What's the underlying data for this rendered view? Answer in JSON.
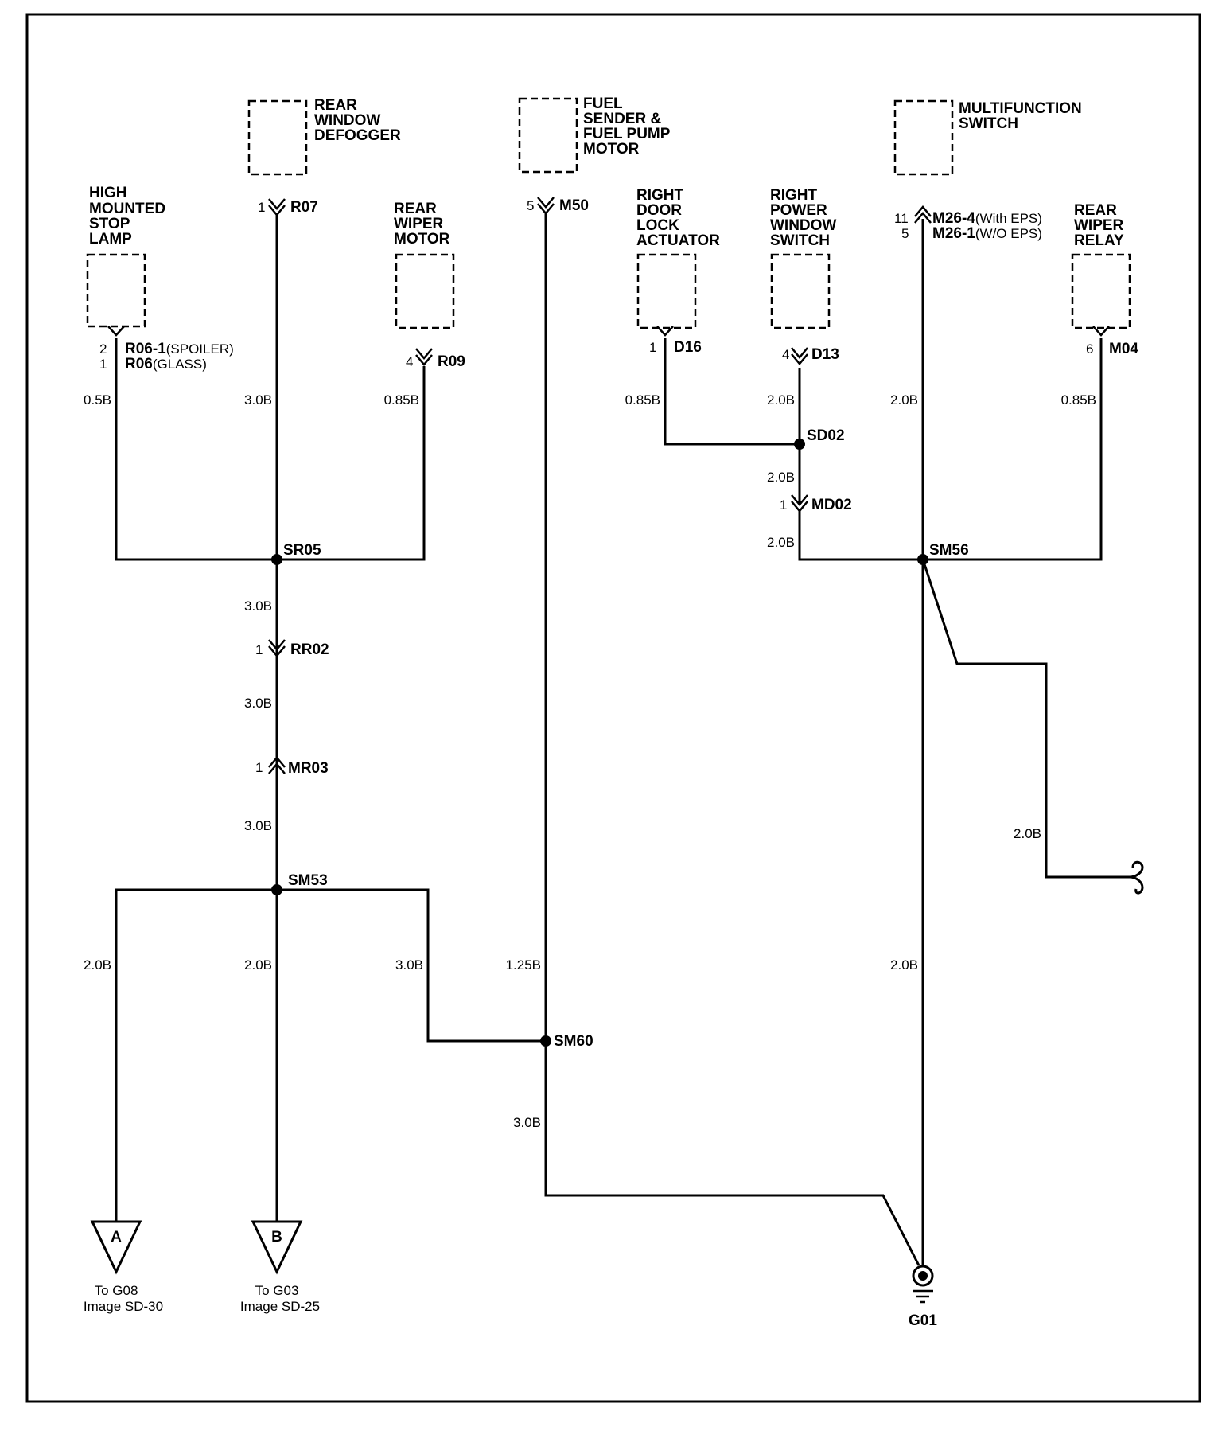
{
  "components": {
    "high_mounted_stop_lamp": [
      "HIGH",
      "MOUNTED",
      "STOP",
      "LAMP"
    ],
    "rear_window_defogger": [
      "REAR",
      "WINDOW",
      "DEFOGGER"
    ],
    "rear_wiper_motor": [
      "REAR",
      "WIPER",
      "MOTOR"
    ],
    "fuel_sender": [
      "FUEL",
      "SENDER &",
      "FUEL PUMP",
      "MOTOR"
    ],
    "right_door_lock_actuator": [
      "RIGHT",
      "DOOR",
      "LOCK",
      "ACTUATOR"
    ],
    "right_power_window_switch": [
      "RIGHT",
      "POWER",
      "WINDOW",
      "SWITCH"
    ],
    "multifunction_switch": [
      "MULTIFUNCTION",
      "SWITCH"
    ],
    "rear_wiper_relay": [
      "REAR",
      "WIPER",
      "RELAY"
    ]
  },
  "connectors": {
    "r06": {
      "pin1": "2",
      "pin2": "1",
      "name1": "R06-1",
      "note1": "(SPOILER)",
      "name2": "R06",
      "note2": "(GLASS)"
    },
    "r07": {
      "pin": "1",
      "name": "R07"
    },
    "r09": {
      "pin": "4",
      "name": "R09"
    },
    "m50": {
      "pin": "5",
      "name": "M50"
    },
    "d16": {
      "pin": "1",
      "name": "D16"
    },
    "d13": {
      "pin": "4",
      "name": "D13"
    },
    "m26": {
      "pin1": "11",
      "pin2": "5",
      "name1": "M26-4",
      "note1": "(With EPS)",
      "name2": "M26-1",
      "note2": "(W/O EPS)"
    },
    "m04": {
      "pin": "6",
      "name": "M04"
    },
    "md02": {
      "pin": "1",
      "name": "MD02"
    },
    "rr02": {
      "pin": "1",
      "name": "RR02"
    },
    "mr03": {
      "pin": "1",
      "name": "MR03"
    }
  },
  "splices": {
    "sr05": "SR05",
    "sd02": "SD02",
    "sm56": "SM56",
    "sm53": "SM53",
    "sm60": "SM60"
  },
  "wire_labels": {
    "w_r06": "0.5B",
    "w_r07": "3.0B",
    "w_r09": "0.85B",
    "w_d16": "0.85B",
    "w_d13": "2.0B",
    "w_m26": "2.0B",
    "w_m04": "0.85B",
    "w_sd02_md02": "2.0B",
    "w_md02_sm56": "2.0B",
    "w_sr05_rr02": "3.0B",
    "w_rr02_mr03": "3.0B",
    "w_mr03_sm53": "3.0B",
    "w_branch": "2.0B",
    "w_sm53_a": "2.0B",
    "w_sm53_b": "2.0B",
    "w_sm53_sm60": "3.0B",
    "w_m50": "1.25B",
    "w_sm60_g01": "3.0B",
    "w_sm56_g01": "2.0B"
  },
  "grounds": {
    "g01": "G01"
  },
  "off_page": {
    "a": {
      "letter": "A",
      "line1": "To G08",
      "line2": "Image SD-30"
    },
    "b": {
      "letter": "B",
      "line1": "To G03",
      "line2": "Image SD-25"
    }
  }
}
